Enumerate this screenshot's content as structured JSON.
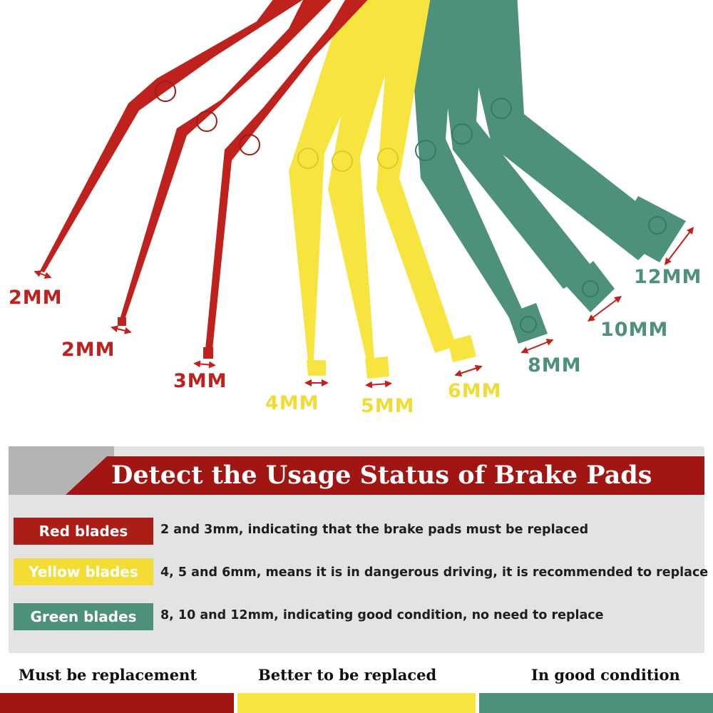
{
  "colors": {
    "red": "#bf221c",
    "yellow": "#f8e43e",
    "green": "#4d9178",
    "banner_red": "#a11512",
    "panel_gray": "#e3e3e3"
  },
  "gauge_sizes": [
    {
      "label": "2MM",
      "color_group": "red"
    },
    {
      "label": "2MM",
      "color_group": "red"
    },
    {
      "label": "3MM",
      "color_group": "red"
    },
    {
      "label": "4MM",
      "color_group": "yellow"
    },
    {
      "label": "5MM",
      "color_group": "yellow"
    },
    {
      "label": "6MM",
      "color_group": "yellow"
    },
    {
      "label": "8MM",
      "color_group": "green"
    },
    {
      "label": "10MM",
      "color_group": "green"
    },
    {
      "label": "12MM",
      "color_group": "green"
    }
  ],
  "panel": {
    "title": "Detect the Usage Status of Brake Pads",
    "legend": [
      {
        "tag": "Red blades",
        "description": "2 and 3mm, indicating that the brake pads must be replaced"
      },
      {
        "tag": "Yellow blades",
        "description": "4, 5 and 6mm, means it is in dangerous driving, it is recommended to replace"
      },
      {
        "tag": "Green blades",
        "description": "8, 10 and 12mm, indicating good condition, no need to replace"
      }
    ]
  },
  "bottom": {
    "labels": [
      "Must be replacement",
      "Better to be replaced",
      "In good condition"
    ]
  }
}
